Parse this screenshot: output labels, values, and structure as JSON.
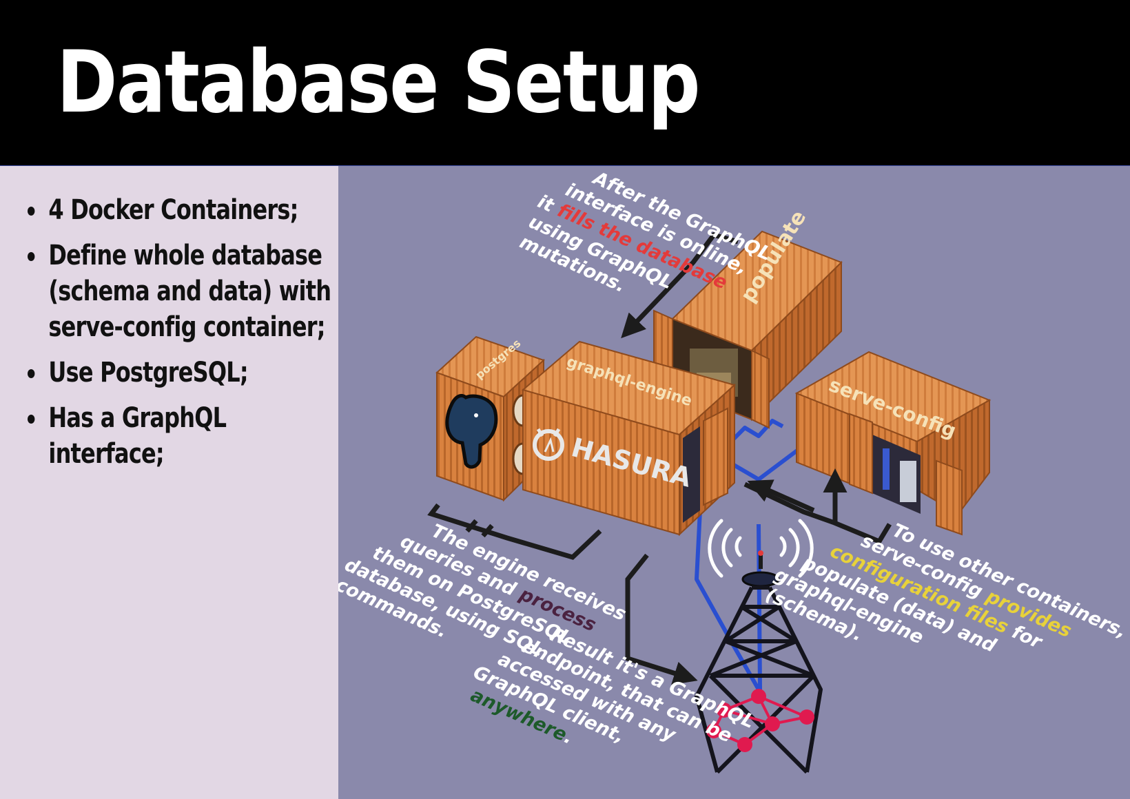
{
  "header": {
    "title": "Database Setup"
  },
  "sidebar": {
    "bullets": [
      "4 Docker Containers;",
      "Define whole database (schema and data) with serve-config container;",
      "Use PostgreSQL;",
      "Has a GraphQL interface;"
    ]
  },
  "colors": {
    "header_bg": "#000000",
    "sidebar_bg": "#e2d7e4",
    "canvas_bg": "#8a89ab",
    "container": "#d9823f",
    "blue_link": "#2a4fd0",
    "red_highlight": "#e43a3a",
    "yellow_highlight": "#e8d23a",
    "purple_highlight": "#4a2240",
    "green_highlight": "#1d5a2a",
    "tower_nodes": "#e01a4f"
  },
  "containers": {
    "postgres": "postgres",
    "graphql_engine": "graphql-engine",
    "populate": "populate",
    "serve_config": "serve-config",
    "hasura_logo": "HASURA"
  },
  "captions": {
    "populate": {
      "lines": [
        "After the GraphQL",
        "interface is online,",
        "it ",
        "fills the database",
        "using GraphQL",
        "mutations."
      ]
    },
    "engine": {
      "line1": "The engine receives",
      "line2a": "queries and ",
      "line2b": "process",
      "line3": "them on PostgreSQL",
      "line4": "database, using SQL",
      "line5": "commands."
    },
    "serve_config": {
      "line1": "To use other containers,",
      "line2a": "serve-config ",
      "line2b": "provides",
      "line3a": "configuration files",
      "line3b": " for",
      "line4": "populate (data) and",
      "line5": "graphql-engine",
      "line6": "(schema)."
    },
    "endpoint": {
      "line1": "Result it's a GraphQL",
      "line2": "endpoint, that can be",
      "line3": "accessed with any",
      "line4": "GraphQL client,",
      "line5a": "anywhere",
      "line5b": "."
    }
  }
}
